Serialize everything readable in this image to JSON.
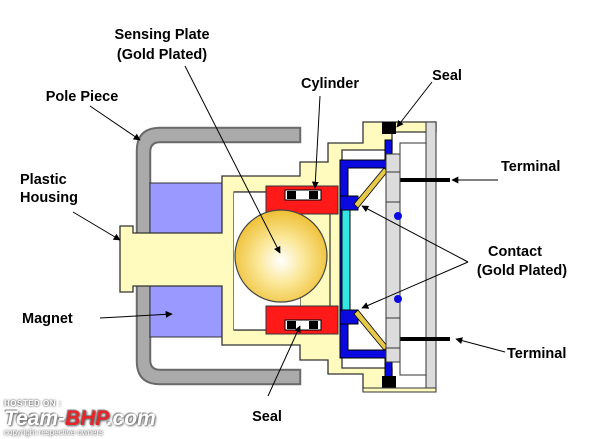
{
  "labels": {
    "sensing_plate_line1": "Sensing Plate",
    "sensing_plate_line2": "(Gold Plated)",
    "cylinder": "Cylinder",
    "seal_top": "Seal",
    "pole_piece": "Pole Piece",
    "plastic_housing_line1": "Plastic",
    "plastic_housing_line2": "Housing",
    "terminal_top": "Terminal",
    "contact_line1": "Contact",
    "contact_line2": "(Gold Plated)",
    "magnet": "Magnet",
    "terminal_bottom": "Terminal",
    "seal_bottom": "Seal"
  },
  "watermark": {
    "hosted_on": "HOSTED ON :",
    "brand_prefix": "Team-",
    "brand_bhp": "BHP",
    "brand_suffix": ".com",
    "copyright": "copyright respective owners"
  },
  "colors": {
    "housing_fill": "#fffbbf",
    "magnet_fill": "#9999ff",
    "pole_piece": "#888888",
    "seal_red": "#ff1a1a",
    "contact_blue": "#0a0ae0",
    "sensing_plate_cyan": "#33e6e6",
    "ball_gold": "#f2c53d",
    "terminal_grey": "#dcdcdc"
  }
}
